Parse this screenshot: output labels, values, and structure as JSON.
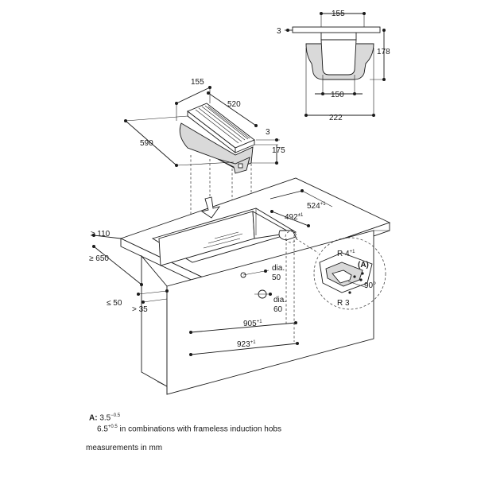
{
  "labels": {
    "top_width": "155",
    "top_left_offset": "3",
    "top_height": "178",
    "top_inner_width": "150",
    "top_outer_width": "222",
    "unit_width": "155",
    "unit_length": "520",
    "unit_depth": "590",
    "unit_thickness": "3",
    "unit_height": "175",
    "cut_width": "524",
    "cut_width_tol": "+1",
    "cut_inner": "492",
    "cut_inner_tol": "±1",
    "front_gap": "≥ 110",
    "depth_min": "≥ 650",
    "edge_max": "≤ 50",
    "edge_min": "> 35",
    "dia_label_1": "dia.",
    "dia_value_1": "50",
    "dia_label_2": "dia.",
    "dia_value_2": "60",
    "len_905": "905",
    "len_905_tol": "+1",
    "len_923": "923",
    "len_923_tol": "+1",
    "radius_4": "R 4",
    "radius_4_tol": "+1",
    "detail_a": "(A)",
    "angle": "90°",
    "radius_3": "R 3"
  },
  "notes": {
    "a_prefix": "A:",
    "a_value": "3.5",
    "a_value_tol": "−0.5",
    "a2_value": "6.5",
    "a2_value_tol": "+0.5",
    "a2_text": " in combinations with frameless induction hobs",
    "units": "measurements in mm"
  }
}
